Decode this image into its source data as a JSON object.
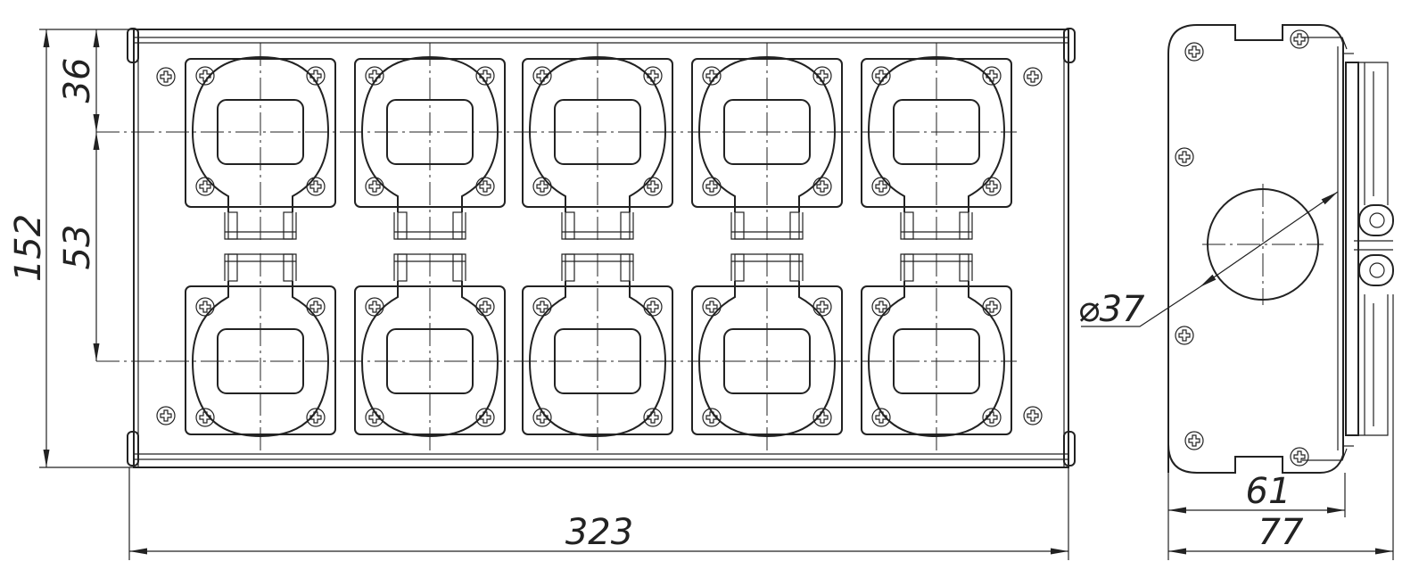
{
  "dimensions": {
    "overall_width": "323",
    "overall_height": "152",
    "top_to_first_row": "36",
    "row_spacing": "53",
    "hole_diameter": "⌀37",
    "side_depth_inner": "61",
    "side_depth_outer": "77"
  },
  "front_view": {
    "socket_rows": 2,
    "socket_columns": 5
  }
}
